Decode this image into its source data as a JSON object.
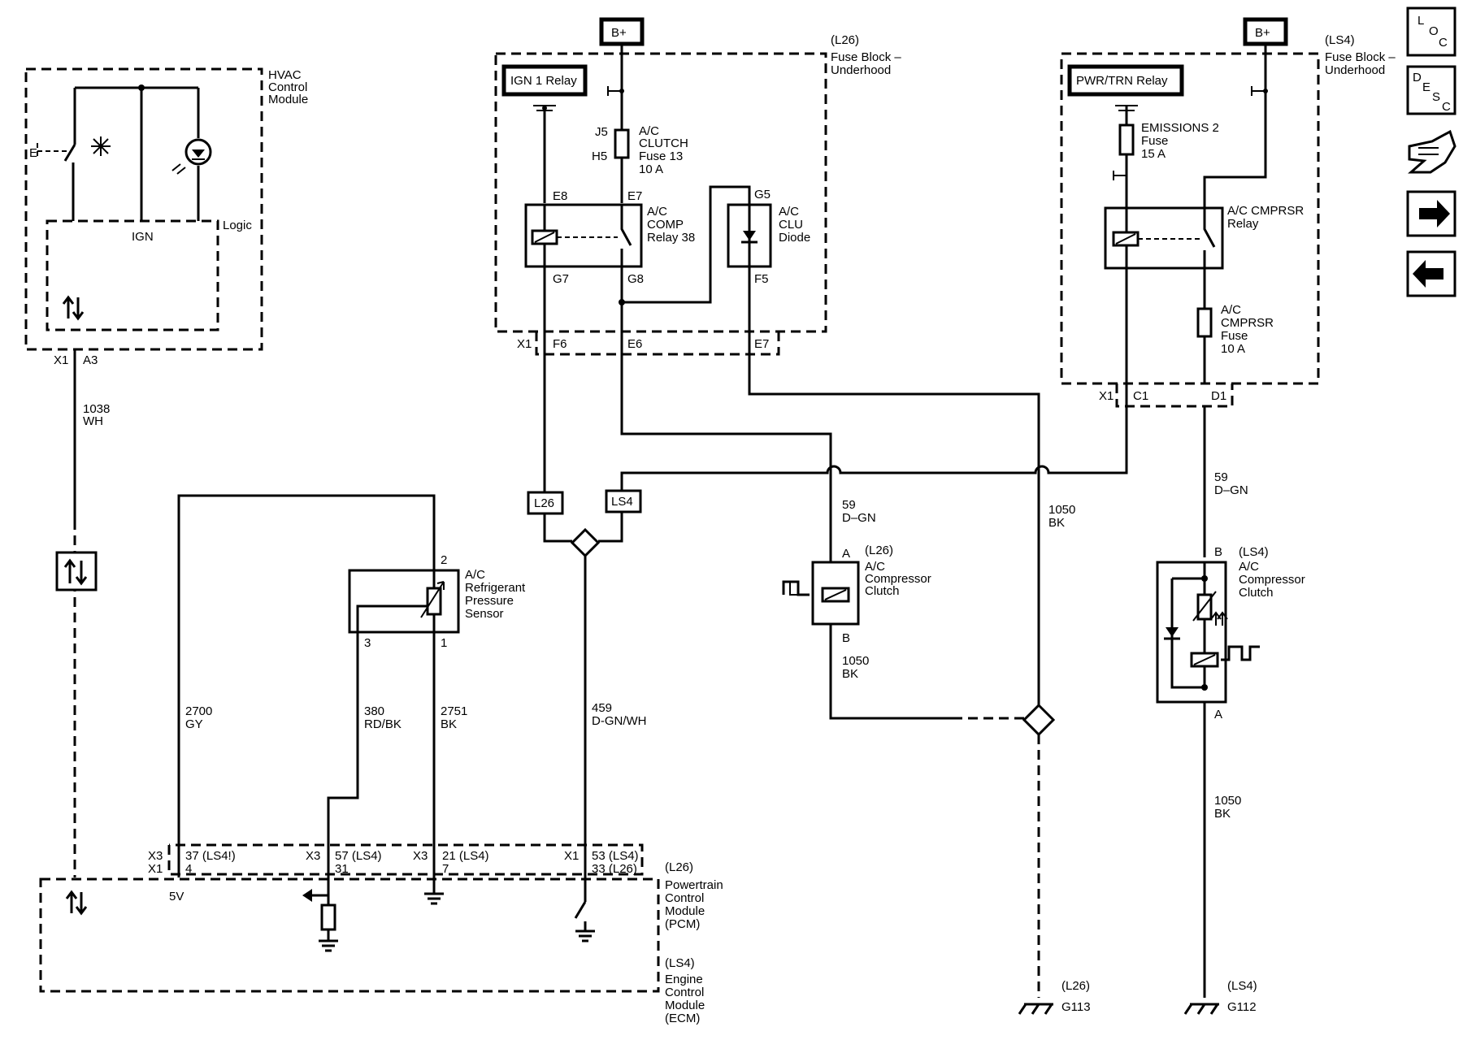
{
  "nav": {
    "loc": [
      "L",
      "O",
      "C"
    ],
    "desc": [
      "D",
      "E",
      "S",
      "C"
    ]
  },
  "hvac": {
    "name": [
      "HVAC",
      "Control",
      "Module"
    ],
    "ign": "IGN",
    "logic": "Logic",
    "conn": "X1",
    "pin": "A3",
    "wire": [
      "1038",
      "WH"
    ]
  },
  "fuse_l26": {
    "bplus": "B+",
    "relay_label": "IGN 1 Relay",
    "note": "(L26)",
    "title": [
      "Fuse Block –",
      "Underhood"
    ],
    "j5": "J5",
    "h5": "H5",
    "fuse": [
      "A/C",
      "CLUTCH",
      "Fuse 13",
      "10 A"
    ],
    "e8": "E8",
    "e7": "E7",
    "g7": "G7",
    "g8": "G8",
    "g5": "G5",
    "f5": "F5",
    "relay": [
      "A/C",
      "COMP",
      "Relay 38"
    ],
    "diode": [
      "A/C",
      "CLU",
      "Diode"
    ],
    "x1": "X1",
    "f6": "F6",
    "e6": "E6",
    "e7b": "E7"
  },
  "fuse_ls4": {
    "bplus": "B+",
    "relay_label": "PWR/TRN Relay",
    "note": "(LS4)",
    "title": [
      "Fuse Block –",
      "Underhood"
    ],
    "emissions": [
      "EMISSIONS 2",
      "Fuse",
      "15 A"
    ],
    "relay": [
      "A/C CMPRSR",
      "Relay"
    ],
    "fuse": [
      "A/C",
      "CMPRSR",
      "Fuse",
      "10 A"
    ],
    "x1": "X1",
    "c1": "C1",
    "d1": "D1"
  },
  "tags": {
    "l26": "L26",
    "ls4": "LS4"
  },
  "wires": {
    "w459": [
      "459",
      "D-GN/WH"
    ],
    "w59a": [
      "59",
      "D–GN"
    ],
    "w1050a": [
      "1050",
      "BK"
    ],
    "w1050b": [
      "1050",
      "BK"
    ],
    "w59b": [
      "59",
      "D–GN"
    ],
    "w1050c": [
      "1050",
      "BK"
    ],
    "w2700": [
      "2700",
      "GY"
    ],
    "w380": [
      "380",
      "RD/BK"
    ],
    "w2751": [
      "2751",
      "BK"
    ]
  },
  "clutch_l26": {
    "a": "A",
    "b": "B",
    "note": "(L26)",
    "name": [
      "A/C",
      "Compressor",
      "Clutch"
    ]
  },
  "clutch_ls4": {
    "b": "B",
    "a": "A",
    "note": "(LS4)",
    "name": [
      "A/C",
      "Compressor",
      "Clutch"
    ]
  },
  "sensor": {
    "pin2": "2",
    "pin3": "3",
    "pin1": "1",
    "name": [
      "A/C",
      "Refrigerant",
      "Pressure",
      "Sensor"
    ]
  },
  "ecm": {
    "x3a": "X3",
    "x1a": "X1",
    "p37": "37 (LS4!)",
    "p4": "4",
    "v5": "5V",
    "x3b": "X3",
    "p57": "57 (LS4)",
    "p31": "31",
    "x3c": "X3",
    "p21": "21 (LS4)",
    "p7": "7",
    "x1b": "X1",
    "p53": "53 (LS4)",
    "p33": "33 (L26)",
    "note1": "(L26)",
    "pcm": [
      "Powertrain",
      "Control",
      "Module",
      "(PCM)"
    ],
    "note2": "(LS4)",
    "ecm": [
      "Engine",
      "Control",
      "Module",
      "(ECM)"
    ]
  },
  "grounds": {
    "g113_note": "(L26)",
    "g113": "G113",
    "g112_note": "(LS4)",
    "g112": "G112"
  }
}
